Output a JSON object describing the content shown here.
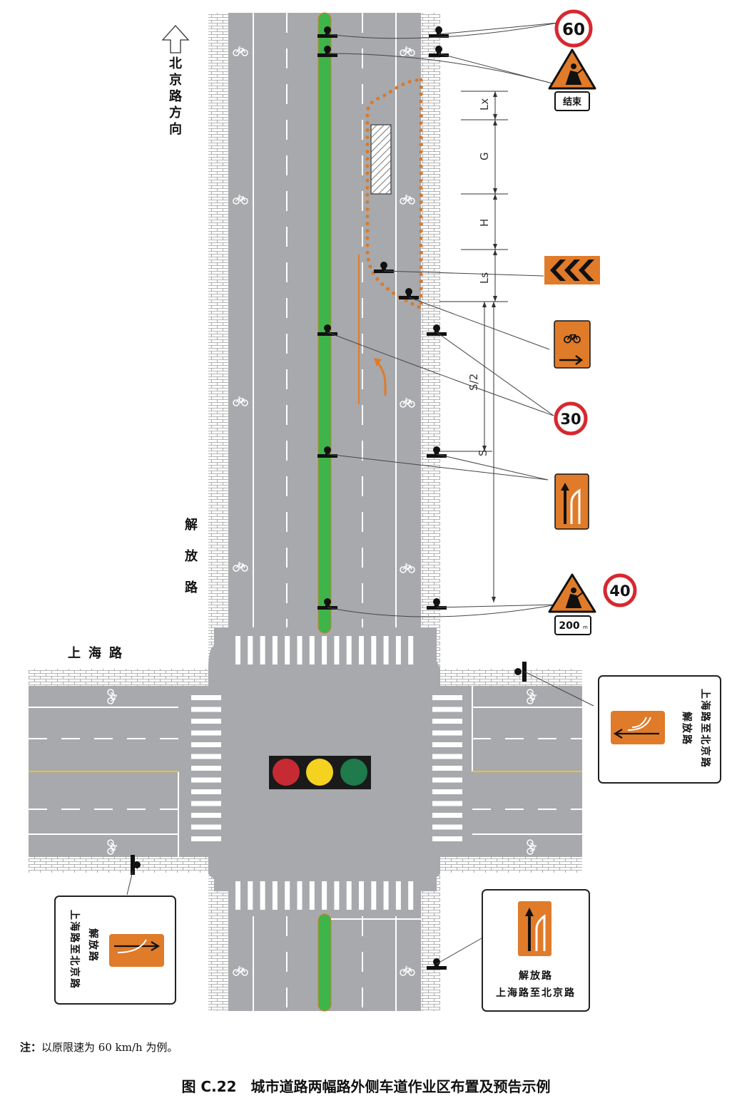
{
  "labels": {
    "direction": "北京路方向",
    "road_main": "解放路",
    "road_cross": "上海路"
  },
  "signs": {
    "speed_top": "60",
    "speed_mid": "30",
    "speed_low": "40",
    "end_plate": "结束",
    "distance_plate": "200",
    "distance_unit": "m"
  },
  "dimensions": {
    "lx": "Lx",
    "g": "G",
    "h": "H",
    "ls": "Ls",
    "s_half": "S/2",
    "s": "S"
  },
  "guide_signs": {
    "right_line1": "解放路",
    "right_line2": "上海路至北京路",
    "left_line1": "解放路",
    "left_line2": "上海路至北京路",
    "bottom_line1": "解放路",
    "bottom_line2": "上海路至北京路"
  },
  "note": {
    "prefix": "注：",
    "text": "以原限速为 60 km/h 为例。"
  },
  "caption": "图 C.22　城市道路两幅路外侧车道作业区布置及预告示例",
  "colors": {
    "road": "#a7a9ac",
    "median": "#3db54a",
    "orange": "#e07b2a",
    "speed_red": "#d7282f",
    "light_red": "#c62b33",
    "light_yellow": "#f4d21f",
    "light_green": "#1f7a4c"
  },
  "icons": [
    "arrow-up-icon",
    "bicycle-icon",
    "worker-icon",
    "chevron-icon",
    "traffic-light-icon"
  ]
}
